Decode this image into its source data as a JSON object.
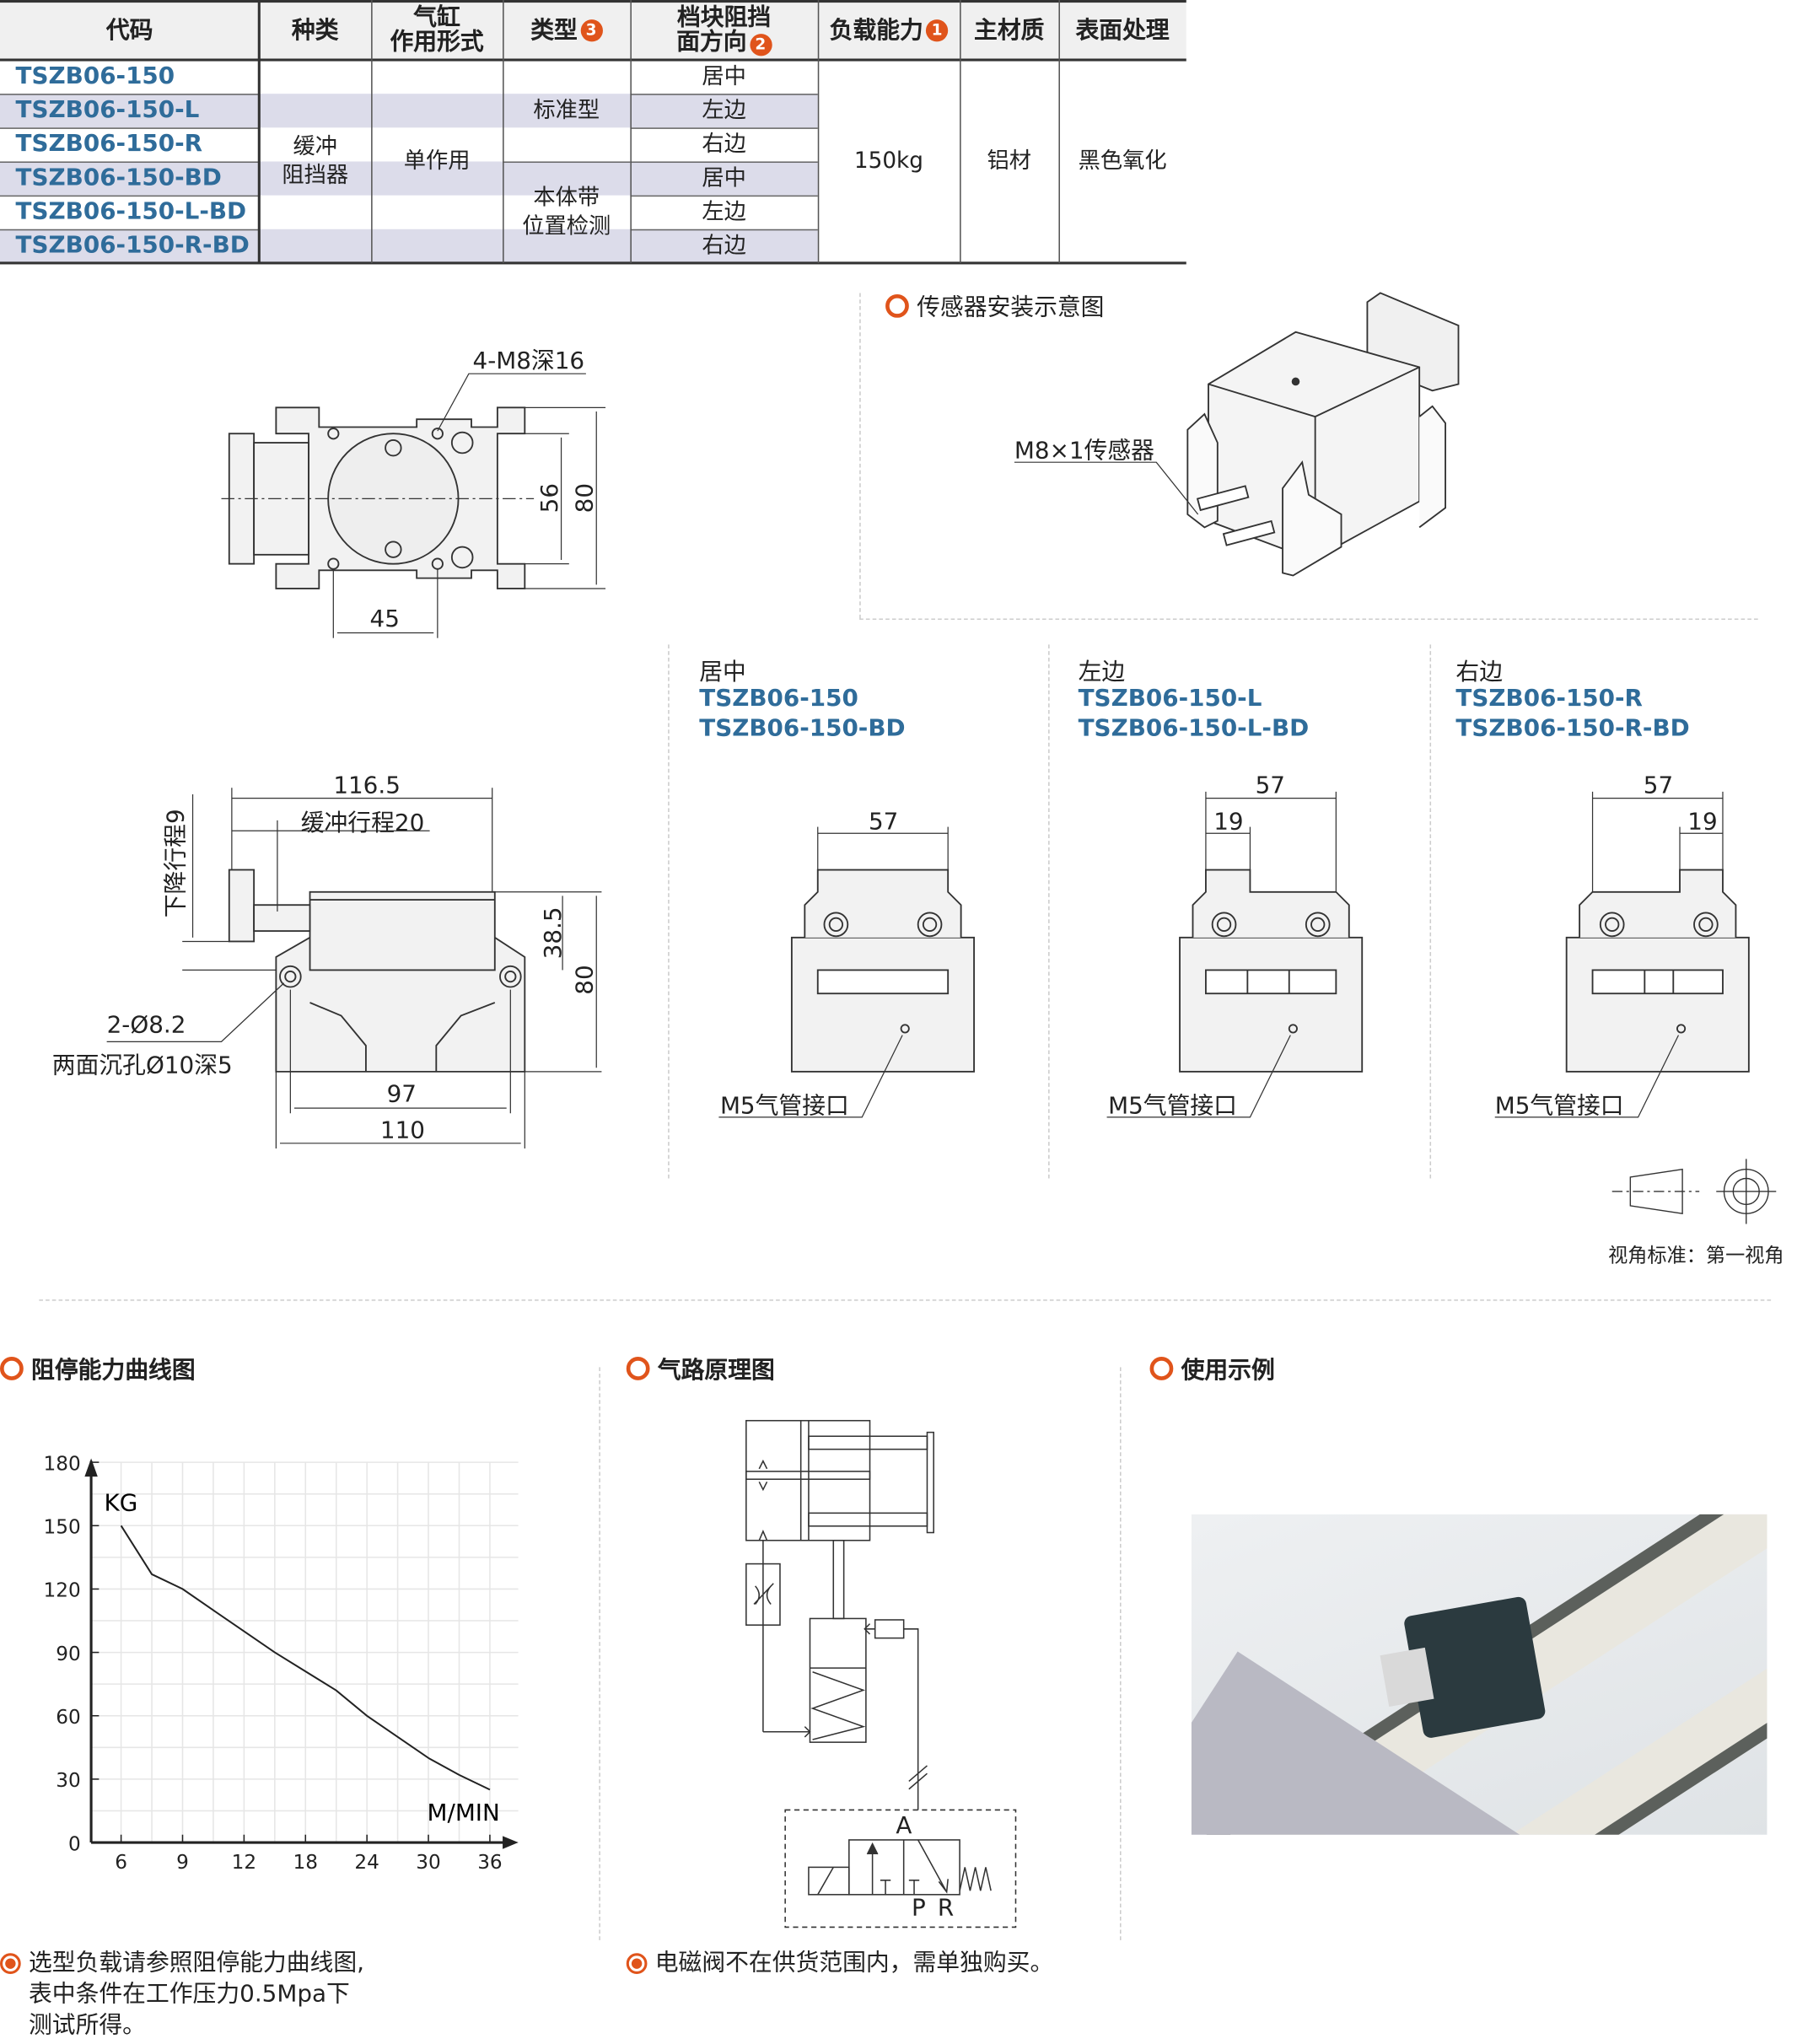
{
  "table": {
    "headers": {
      "code": "代码",
      "kind": "种类",
      "cylinder_line1": "气缸",
      "cylinder_line2": "作用形式",
      "type": "类型",
      "type_badge": "3",
      "direction_line1": "档块阻挡",
      "direction_line2": "面方向",
      "direction_badge": "2",
      "load": "负载能力",
      "load_badge": "1",
      "material": "主材质",
      "surface": "表面处理"
    },
    "codes": [
      "TSZB06-150",
      "TSZB06-150-L",
      "TSZB06-150-R",
      "TSZB06-150-BD",
      "TSZB06-150-L-BD",
      "TSZB06-150-R-BD"
    ],
    "kind_line1": "缓冲",
    "kind_line2": "阻挡器",
    "cylinder_action": "单作用",
    "type_standard": "标准型",
    "type_sensor_line1": "本体带",
    "type_sensor_line2": "位置检测",
    "directions": [
      "居中",
      "左边",
      "右边",
      "居中",
      "左边",
      "右边"
    ],
    "load": "150kg",
    "material": "铝材",
    "surface": "黑色氧化"
  },
  "top_view": {
    "hole_label": "4-M8深16",
    "dim_56": "56",
    "dim_80": "80",
    "dim_45": "45"
  },
  "sensor": {
    "title": "传感器安装示意图",
    "sensor_label": "M8×1传感器"
  },
  "side_view": {
    "dim_116": "116.5",
    "buffer_stroke": "缓冲行程20",
    "drop_stroke": "下降行程9",
    "dim_38": "38.5",
    "dim_80": "80",
    "hole_label": "2-Ø8.2",
    "counterbore_label": "两面沉孔Ø10深5",
    "dim_97": "97",
    "dim_110": "110"
  },
  "front_views": [
    {
      "title": "居中",
      "codes": [
        "TSZB06-150",
        "TSZB06-150-BD"
      ],
      "dim_57": "57",
      "dim_19": "",
      "port": "M5气管接口"
    },
    {
      "title": "左边",
      "codes": [
        "TSZB06-150-L",
        "TSZB06-150-L-BD"
      ],
      "dim_57": "57",
      "dim_19": "19",
      "port": "M5气管接口"
    },
    {
      "title": "右边",
      "codes": [
        "TSZB06-150-R",
        "TSZB06-150-R-BD"
      ],
      "dim_57": "57",
      "dim_19": "19",
      "port": "M5气管接口"
    }
  ],
  "projection_note": "视角标准：第一视角",
  "sections": {
    "curve": "阻停能力曲线图",
    "pneumatic": "气路原理图",
    "usage": "使用示例"
  },
  "pneumatic": {
    "port_a": "A",
    "port_p": "P",
    "port_r": "R"
  },
  "notes": {
    "curve_line1": "选型负载请参照阻停能力曲线图,",
    "curve_line2": "表中条件在工作压力0.5Mpa下",
    "curve_line3": "测试所得。",
    "pneumatic": "电磁阀不在供货范围内，需单独购买。"
  },
  "colors": {
    "accent": "#e0541b",
    "code_blue": "#2f6c9a",
    "stripe": "#dcdcea"
  },
  "chart_data": {
    "type": "line",
    "title": "阻停能力曲线图",
    "xlabel": "M/MIN",
    "ylabel": "KG",
    "x_ticks": [
      6,
      9,
      12,
      18,
      24,
      30,
      36
    ],
    "y_ticks": [
      0,
      30,
      60,
      90,
      120,
      150,
      180
    ],
    "ylim": [
      0,
      180
    ],
    "grid": true,
    "series": [
      {
        "name": "阻停能力",
        "points": [
          [
            6,
            150
          ],
          [
            7.5,
            127
          ],
          [
            9,
            120
          ],
          [
            10.5,
            110
          ],
          [
            12,
            100
          ],
          [
            15,
            90
          ],
          [
            18,
            81
          ],
          [
            21,
            72
          ],
          [
            24,
            60
          ],
          [
            27,
            50
          ],
          [
            30,
            40
          ],
          [
            33,
            32
          ],
          [
            36,
            25
          ]
        ]
      }
    ]
  }
}
